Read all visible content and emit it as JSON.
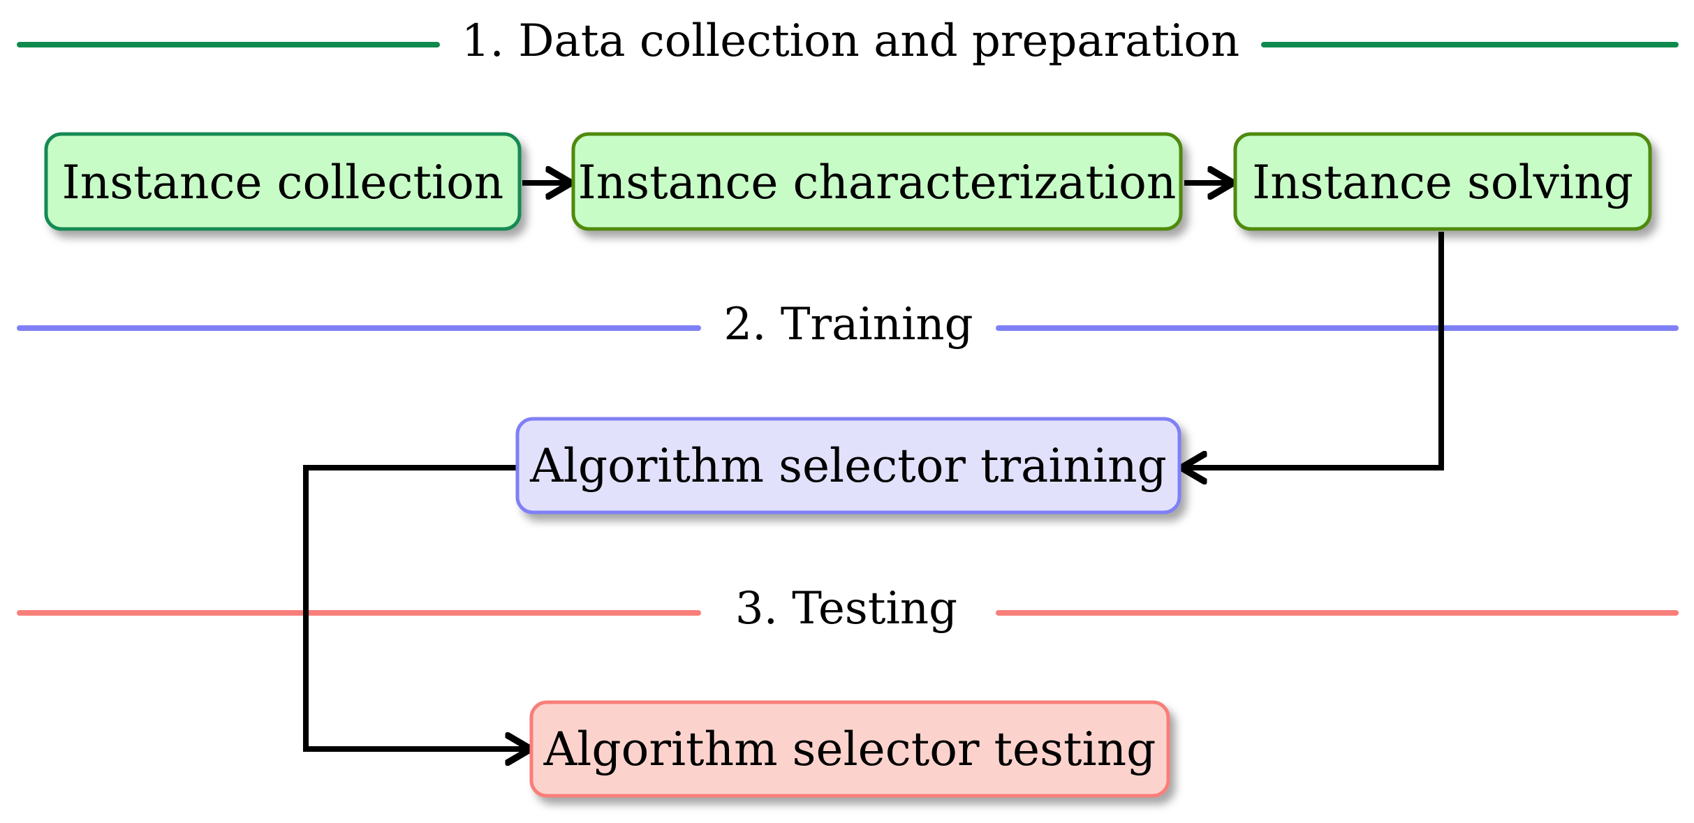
{
  "phases": [
    {
      "label": "1. Data collection and preparation",
      "color": "#0f8a4e"
    },
    {
      "label": "2. Training",
      "color": "#7f80f5"
    },
    {
      "label": "3. Testing",
      "color": "#f87e7a"
    }
  ],
  "boxes": {
    "instance_collection": {
      "label": "Instance collection",
      "fill": "#c8fcc7",
      "stroke": "#128a52"
    },
    "instance_characterization": {
      "label": "Instance characterization",
      "fill": "#c8fcc7",
      "stroke": "#4f8a10"
    },
    "instance_solving": {
      "label": "Instance solving",
      "fill": "#c8fcc7",
      "stroke": "#4f8a10"
    },
    "algorithm_selector_training": {
      "label": "Algorithm selector training",
      "fill": "#e2e1fc",
      "stroke": "#7f80f5"
    },
    "algorithm_selector_testing": {
      "label": "Algorithm selector testing",
      "fill": "#fcd3cc",
      "stroke": "#f87e7a"
    }
  },
  "arrow_color": "#000000"
}
